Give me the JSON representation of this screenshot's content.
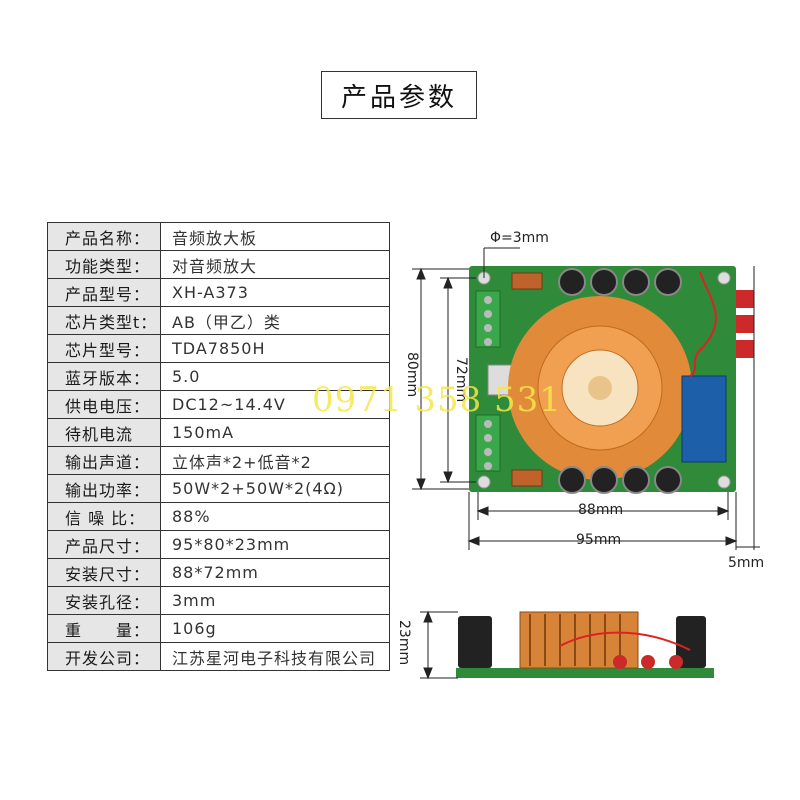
{
  "title": "产品参数",
  "specs": [
    {
      "key": "产品名称：",
      "value": "音频放大板"
    },
    {
      "key": "功能类型：",
      "value": "对音频放大"
    },
    {
      "key": "产品型号：",
      "value": "XH-A373"
    },
    {
      "key": "芯片类型t：",
      "value": "AB（甲乙）类"
    },
    {
      "key": "芯片型号：",
      "value": "TDA7850H"
    },
    {
      "key": "蓝牙版本：",
      "value": "5.0"
    },
    {
      "key": "供电电压：",
      "value": "DC12~14.4V"
    },
    {
      "key": "待机电流",
      "value": "150mA"
    },
    {
      "key": "输出声道：",
      "value": "立体声*2+低音*2"
    },
    {
      "key": "输出功率：",
      "value": "50W*2+50W*2(4Ω)"
    },
    {
      "key": "信 噪 比：",
      "value": "88%"
    },
    {
      "key": "产品尺寸：",
      "value": "95*80*23mm"
    },
    {
      "key": "安装尺寸：",
      "value": "88*72mm"
    },
    {
      "key": "安装孔径：",
      "value": "3mm"
    },
    {
      "key": "重　　量：",
      "value": "106g"
    },
    {
      "key": "开发公司：",
      "value": "江苏星河电子科技有限公司"
    }
  ],
  "dimensions": {
    "hole": "Φ=3mm",
    "height_outer": "80mm",
    "height_inner": "72mm",
    "width_inner": "88mm",
    "width_outer": "95mm",
    "margin": "5mm",
    "thickness": "23mm"
  },
  "watermark": "0971 358 531",
  "colors": {
    "pcb": "#2f8a3a",
    "heatsink": "#e08a3a",
    "terminal": "#3aa84a",
    "rca": "#cc2a2a",
    "bt_module": "#1d5fa8",
    "watermark": "#f5e64a"
  }
}
